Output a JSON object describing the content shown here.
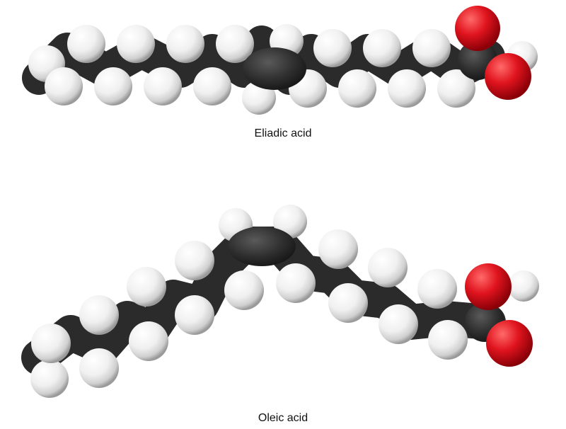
{
  "molecules": [
    {
      "id": "elaidic",
      "name": "Eliadic acid"
    },
    {
      "id": "oleic",
      "name": "Oleic acid"
    }
  ],
  "colors": {
    "carbon": "#2b2b2b",
    "hydrogen": "#f2f2f2",
    "oxygen": "#e0141e",
    "background": "#ffffff",
    "label": "#111111"
  }
}
